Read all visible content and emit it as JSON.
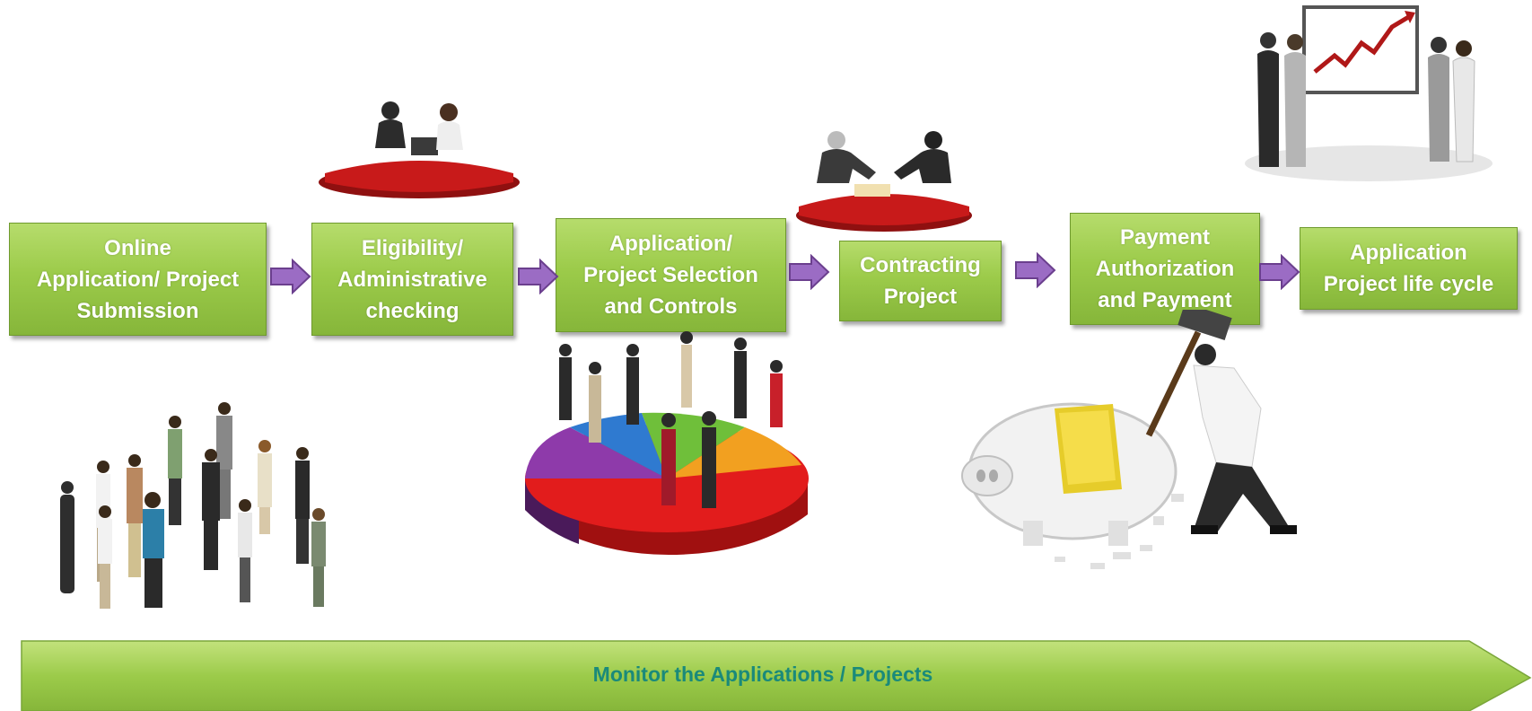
{
  "steps": [
    {
      "label": "Online\nApplication/ Project\nSubmission"
    },
    {
      "label": "Eligibility/\nAdministrative\nchecking"
    },
    {
      "label": "Application/\nProject Selection\nand Controls"
    },
    {
      "label": "Contracting\nProject"
    },
    {
      "label": "Payment\nAuthorization\nand Payment"
    },
    {
      "label": "Application\nProject life cycle"
    }
  ],
  "banner": {
    "label": "Monitor  the Applications / Projects"
  },
  "colors": {
    "box": "#9ccb4a",
    "arrow": "#8e5bb5",
    "banner": "#96c84a",
    "banner_text": "#1a8a7a"
  },
  "illustrations": [
    "crowd-of-people",
    "meeting-at-desk",
    "pie-chart-with-people",
    "handshake-at-table",
    "presentation-with-chart",
    "breaking-piggy-bank"
  ]
}
